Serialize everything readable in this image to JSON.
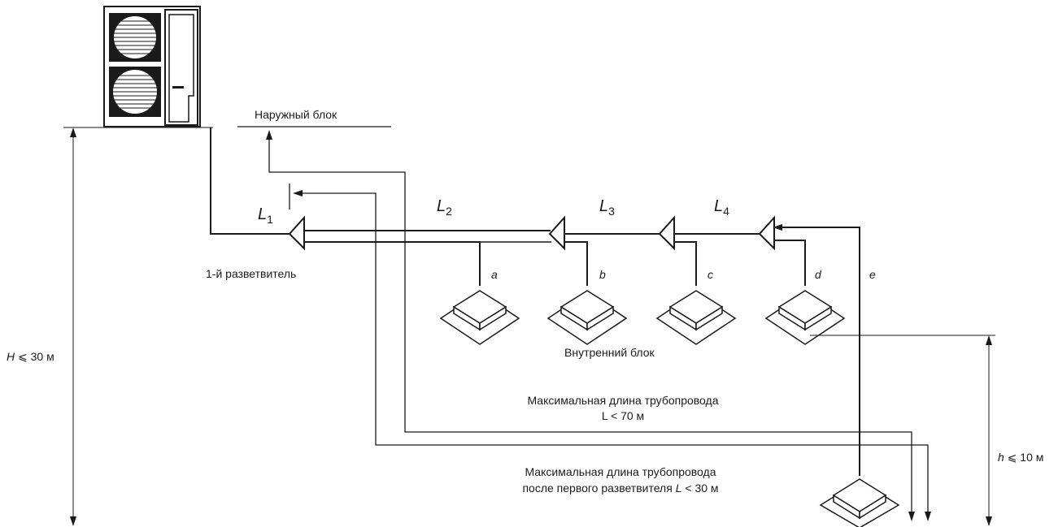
{
  "labels": {
    "outdoor_unit": "Наружный блок",
    "first_branch": "1-й разветвитель",
    "indoor_unit": "Внутренний блок",
    "max_pipe_title": "Максимальная длина трубопровода",
    "max_pipe_value": "L < 70 м",
    "max_after_title": "Максимальная длина трубопровода",
    "max_after_value_prefix": "после первого разветвителя ",
    "max_after_value_var": "L",
    "max_after_value_suffix": " < 30 м",
    "height_total": "H ⩽ 30 м",
    "height_total_var": "H",
    "height_total_rest": " ⩽ 30 м",
    "height_indoor_var": "h",
    "height_indoor_rest": " ⩽ 10 м"
  },
  "segments": [
    {
      "letter": "L",
      "index": "1"
    },
    {
      "letter": "L",
      "index": "2"
    },
    {
      "letter": "L",
      "index": "3"
    },
    {
      "letter": "L",
      "index": "4"
    }
  ],
  "units": [
    "a",
    "b",
    "c",
    "d",
    "e"
  ],
  "colors": {
    "ink": "#1a1a1a",
    "background": "#ffffff"
  }
}
